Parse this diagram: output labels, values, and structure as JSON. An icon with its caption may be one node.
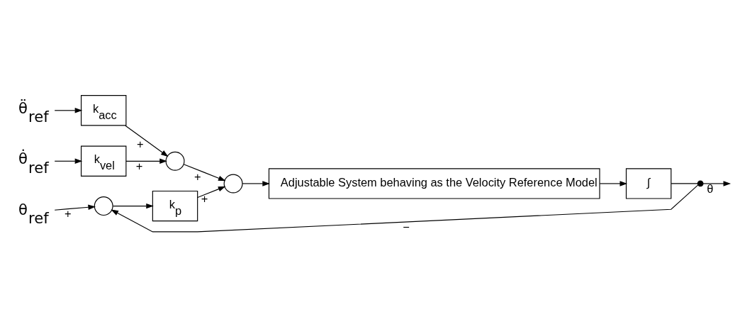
{
  "diagram": {
    "nodes": [
      {
        "text": [
          "θ̈$_{ref}$"
        ]
      },
      {
        "text": [
          "k$_{acc}$"
        ]
      },
      {
        "text": [
          "θ̇$_{ref}$"
        ]
      },
      {
        "text": [
          "k$_{vel}$"
        ]
      },
      {
        "text": [],
        "shape": "circle"
      },
      {
        "text": [
          "θ$_{ref}$"
        ]
      },
      {
        "text": [],
        "shape": "circle"
      },
      {
        "text": [
          "k$_{p}$"
        ]
      },
      {
        "text": [],
        "shape": "circle"
      },
      {
        "text": [
          "Adjustable System behaving as the Velocity Reference Model"
        ]
      },
      {
        "text": [
          "∫"
        ]
      },
      {
        "text": [],
        "shape": "dot"
      }
    ],
    "edges": [
      {
        "from": 0,
        "to": 1,
        "arrow": "to"
      },
      {
        "from": 1,
        "to": 4,
        "arrow": "to",
        "label": "+"
      },
      {
        "from": 2,
        "to": 3,
        "arrow": "to"
      },
      {
        "from": 3,
        "to": 4,
        "arrow": "to",
        "label": "+"
      },
      {
        "from": 4,
        "to": 8,
        "arrow": "to",
        "label": "+"
      },
      {
        "from": 5,
        "to": 6,
        "arrow": "to",
        "label": "+"
      },
      {
        "from": 6,
        "to": 7,
        "arrow": "to"
      },
      {
        "from": 7,
        "to": 8,
        "arrow": "to",
        "label": "+"
      },
      {
        "from": 8,
        "to": 9,
        "arrow": "to"
      },
      {
        "from": 9,
        "to": 10,
        "arrow": "to"
      },
      {
        "from": 10,
        "to": 11,
        "arrow": "none"
      },
      {
        "from": 11,
        "to": null,
        "arrow": "to",
        "label": "θ"
      },
      {
        "from": 11,
        "to": 6,
        "arrow": "to",
        "label": "−"
      }
    ]
  }
}
